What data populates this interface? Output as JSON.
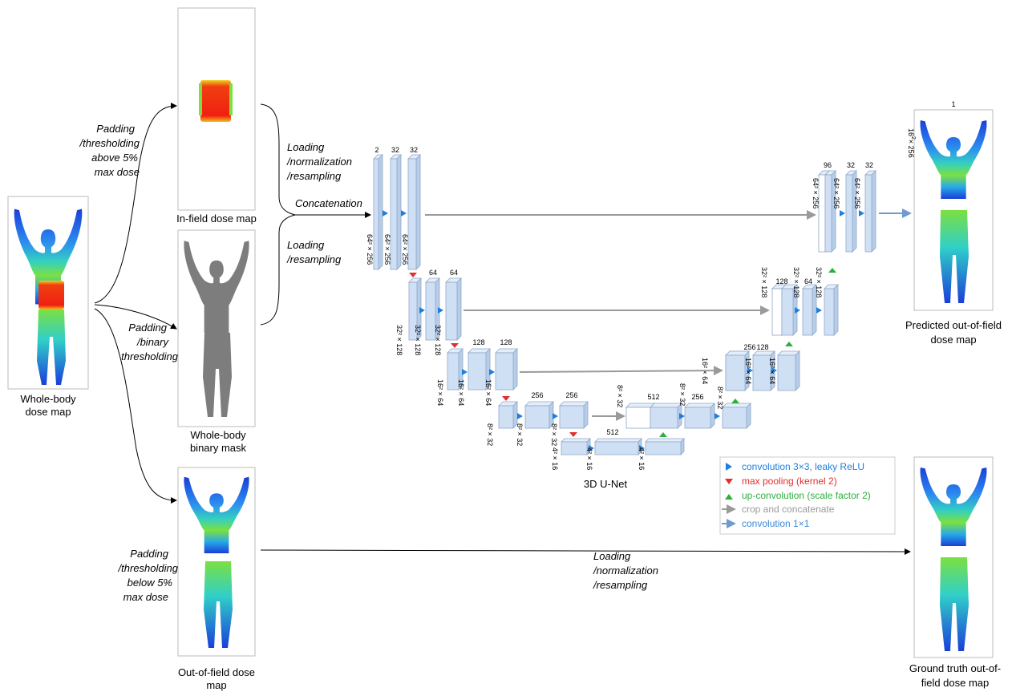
{
  "panels": {
    "whole_body": {
      "caption_l1": "Whole-body",
      "caption_l2": "dose map"
    },
    "in_field": {
      "caption_l1": "In-field dose map"
    },
    "mask": {
      "caption_l1": "Whole-body",
      "caption_l2": "binary mask"
    },
    "out_of_field": {
      "caption_l1": "Out-of-field dose",
      "caption_l2": "map"
    },
    "predicted": {
      "caption_l1": "Predicted out-of-field",
      "caption_l2": "dose map",
      "top_label": "1",
      "side_l1": "16",
      "side_sup": "2",
      "side_l2": "× 256"
    },
    "ground_truth": {
      "caption_l1": "Ground truth out-of-",
      "caption_l2": "field dose map"
    }
  },
  "arrows_text": {
    "pad_above": [
      "Padding",
      "/thresholding",
      "above 5%",
      "max dose"
    ],
    "pad_binary": [
      "Padding",
      "/binary",
      "thresholding"
    ],
    "pad_below": [
      "Padding",
      "/thresholding",
      "below 5%",
      "max dose"
    ],
    "load_norm": [
      "Loading",
      "/normalization",
      "/resampling"
    ],
    "concat": "Concatenation",
    "load_res": [
      "Loading",
      "/resampling"
    ],
    "load_norm_bottom": [
      "Loading",
      "/normalization",
      "/resampling"
    ]
  },
  "unet": {
    "title": "3D U-Net",
    "enc1": [
      "2",
      "32",
      "32"
    ],
    "enc2": [
      "64",
      "64"
    ],
    "enc3": [
      "128",
      "128"
    ],
    "enc4": [
      "256",
      "256"
    ],
    "bottom": "512",
    "dec4": [
      "512",
      "256"
    ],
    "dec3": [
      "256",
      "128"
    ],
    "dec2": [
      "128",
      "64"
    ],
    "dec1": [
      "96",
      "32",
      "32"
    ],
    "dims": {
      "d64": "64² × 256",
      "d32": "32² × 128",
      "d16": "16² × 64",
      "d8": "8² × 32",
      "d4": "4² × 16"
    }
  },
  "legend": {
    "items": [
      {
        "text": "convolution 3×3, leaky ReLU",
        "color": "#1f7fe0",
        "icon": "blue-triangle-icon"
      },
      {
        "text": "max pooling (kernel 2)",
        "color": "#e03030",
        "icon": "red-triangle-down-icon"
      },
      {
        "text": "up-convolution (scale factor 2)",
        "color": "#2fae3f",
        "icon": "green-triangle-up-icon"
      },
      {
        "text": "crop and concatenate",
        "color": "#9a9a9a",
        "icon": "gray-arrow-icon"
      },
      {
        "text": "convolution 1×1",
        "color": "#3d8ad8",
        "icon": "blue-arrow-icon"
      }
    ]
  },
  "colors": {
    "block_fill": "#cfe0f5",
    "block_edge": "#8fa8c8",
    "arrow_gray": "#9a9a9a",
    "conv_blue": "#1f7fe0",
    "pool_red": "#e03030",
    "up_green": "#2fae3f",
    "out_arrow": "#6f9bd0"
  }
}
